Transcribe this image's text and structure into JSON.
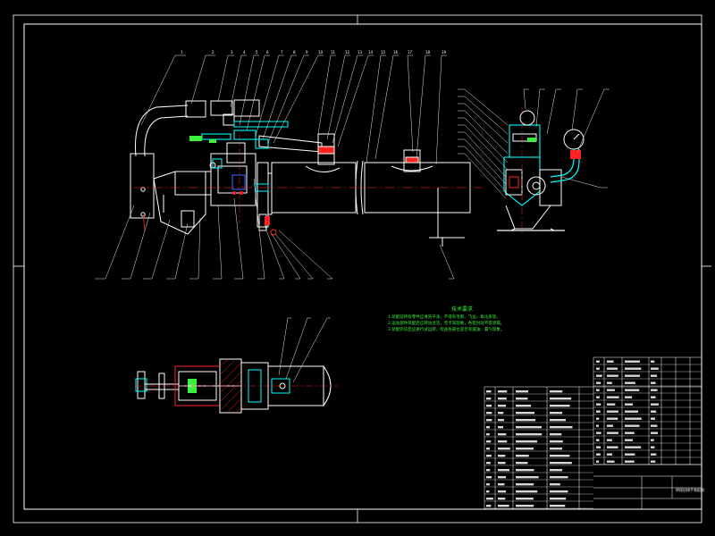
{
  "technical_requirements": {
    "title": "技术要求",
    "lines": [
      "1.装配前所有零件应清洗干净，不得有毛刺、飞边、氧化皮等。",
      "2.运动部件装配后应转动灵活，无卡滞现象，各密封处不得渗漏。",
      "3.装配完毕后应进行试运转，检查各部位是否有漏油、漏气现象。"
    ]
  },
  "title_block": {
    "name": "焊接机械手装配图"
  },
  "colors": {
    "background": "#000000",
    "line": "#ffffff",
    "part": "#00ffff",
    "section": "#ff2020",
    "accent": "#3cf03c",
    "leader": "#e6e6e6",
    "hidden": "#3b6cff"
  },
  "icons": [
    "sheet-border",
    "centering-marks"
  ]
}
